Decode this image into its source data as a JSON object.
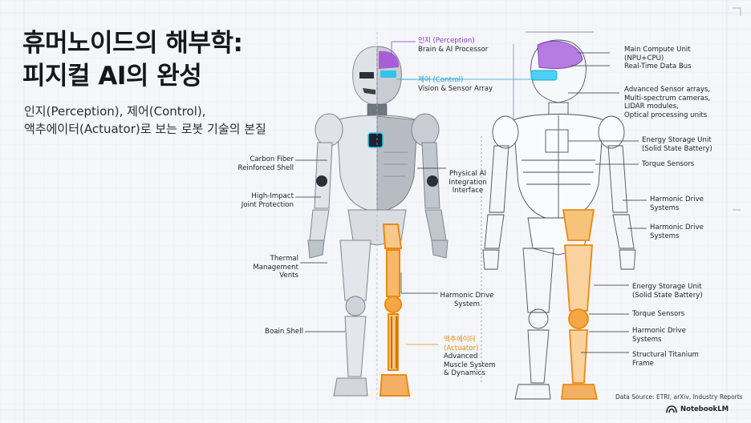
{
  "title": {
    "line1": "휴머노이드의 해부학:",
    "line2": "피지컬 AI의 완성"
  },
  "subtitle": {
    "line1": "인지(Perception), 제어(Control),",
    "line2": "액추에이터(Actuator)로 보는 로봇 기술의 본질"
  },
  "left_labels": {
    "carbon_fiber": {
      "line1": "Carbon Fiber",
      "line2": "Reinforced Shell"
    },
    "high_impact": {
      "line1": "High-Impact",
      "line2": "Joint Protection"
    },
    "thermal": {
      "line1": "Thermal",
      "line2": "Management",
      "line3": "Vents"
    },
    "boain": "Boain Shell"
  },
  "center_labels": {
    "perception_title": "인지 (Perception)",
    "perception_sub": "Brain & AI Processor",
    "control_title": "제어 (Control)",
    "control_sub": "Vision & Sensor Array",
    "physical_ai": {
      "line1": "Physical AI",
      "line2": "Integration",
      "line3": "Interface"
    },
    "harmonic_drive": {
      "line1": "Harmonic Drive",
      "line2": "System"
    },
    "actuator_title1": "액추에이터",
    "actuator_title2": "(Actuator)",
    "actuator_sub": {
      "line1": "Advanced",
      "line2": "Muscle System",
      "line3": "& Dynamics"
    }
  },
  "right_labels": {
    "main_compute": {
      "line1": "Main Compute Unit",
      "line2": "(NPU+CPU)"
    },
    "data_bus": "Real-Time Data Bus",
    "sensor_arrays": {
      "line1": "Advanced Sensor arrays,",
      "line2": "Multi-spectrum cameras,",
      "line3": "LIDAR modules,",
      "line4": "Optical processing units"
    },
    "energy_upper": {
      "line1": "Energy Storage Unit",
      "line2": "(Solid State Battery)"
    },
    "torque_upper": "Torque Sensors",
    "harmonic_1": {
      "line1": "Harmonic Drive",
      "line2": "Systems"
    },
    "harmonic_2": {
      "line1": "Harmonic Drive",
      "line2": "Systems"
    },
    "energy_lower": {
      "line1": "Energy Storage Unit",
      "line2": "(Solid State Battery)"
    },
    "torque_lower": "Torque Sensors",
    "harmonic_3": {
      "line1": "Harmonic Drive",
      "line2": "Systems"
    },
    "titanium": {
      "line1": "Structural Titanium",
      "line2": "Frame"
    }
  },
  "source": "Data Source: ETRI, arXiv, Industry Reports",
  "brand": "NotebookLM",
  "colors": {
    "perception": "#8a36c8",
    "control": "#1aa7d4",
    "actuator": "#e98a12",
    "background": "#f4f6f9"
  }
}
